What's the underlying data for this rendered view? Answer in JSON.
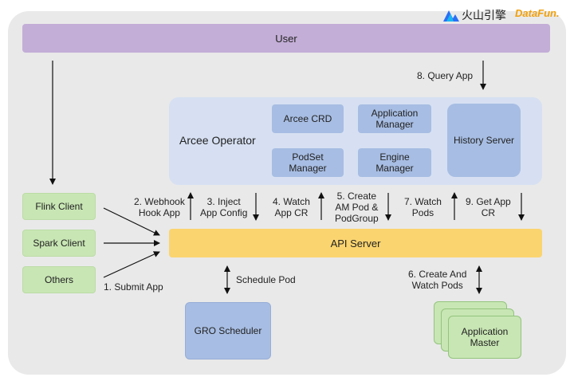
{
  "logos": {
    "volcano_engine": "火山引擎",
    "datafun": "DataFun."
  },
  "user": {
    "label": "User"
  },
  "operator": {
    "title": "Arcee Operator",
    "components": {
      "arcee_crd": "Arcee CRD",
      "application_manager": [
        "Application",
        "Manager"
      ],
      "podset_manager": [
        "PodSet",
        "Manager"
      ],
      "engine_manager": [
        "Engine",
        "Manager"
      ]
    },
    "history_server": "History Server"
  },
  "clients": [
    "Flink Client",
    "Spark Client",
    "Others"
  ],
  "api_server": "API Server",
  "gro_scheduler": "GRO Scheduler",
  "application_master": [
    "Application",
    "Master"
  ],
  "steps": {
    "submit_app": "1. Submit App",
    "webhook": [
      "2. Webhook",
      "Hook App"
    ],
    "inject": [
      "3. Inject",
      "App Config"
    ],
    "watch_app_cr": [
      "4. Watch",
      "App CR"
    ],
    "create_am_pod": [
      "5. Create",
      "AM Pod &",
      "PodGroup"
    ],
    "create_watch_pods": [
      "6. Create And",
      "Watch  Pods"
    ],
    "watch_pods": [
      "7. Watch",
      "Pods"
    ],
    "query_app": "8. Query App",
    "get_app_cr": [
      "9. Get App",
      "CR"
    ],
    "schedule_pod": "Schedule Pod"
  },
  "colors": {
    "user": "#c3aed7",
    "operator_bg": "#d6e0f2",
    "operator_box": "#a7bde3",
    "client": "#c8e6b4",
    "api": "#fad46f",
    "frame": "#e9e9e9"
  }
}
